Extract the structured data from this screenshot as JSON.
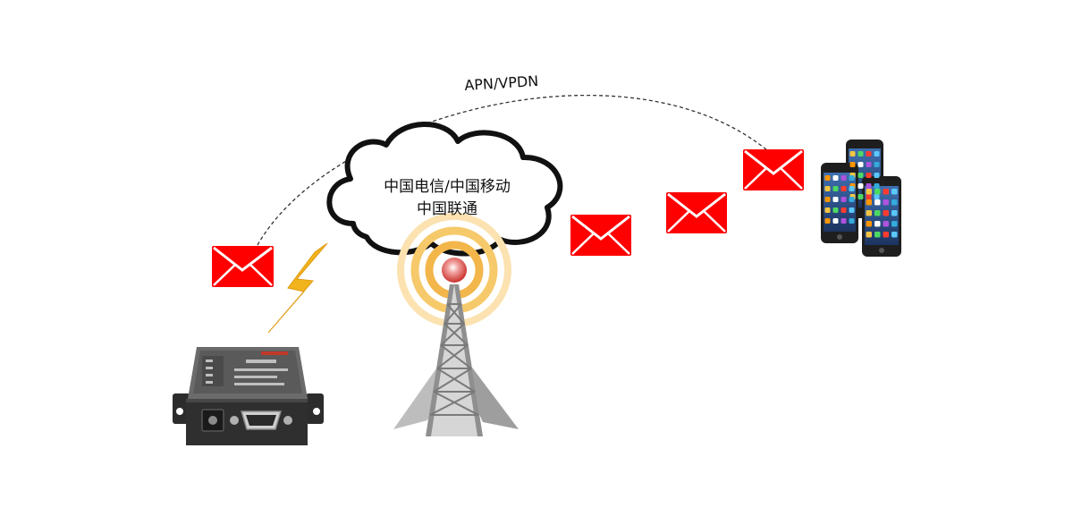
{
  "diagram": {
    "link_label": "APN/VPDN",
    "cloud_lines": [
      "中国电信/中国移动",
      "中国联通"
    ],
    "colors": {
      "envelope": "#ff0000",
      "envelope_line": "#ffffff",
      "lightning": "#f2b41c",
      "tower_steel": "#a6a6a6",
      "signal_ring": "#f6c96b",
      "beacon": "#d9534f",
      "device_body": "#3a3a3a",
      "phone_frame": "#1e1e1e"
    },
    "icons": [
      "dtu-device-icon",
      "lightning-icon",
      "cell-tower-icon",
      "cloud-icon",
      "envelope-icon",
      "smartphones-icon"
    ]
  }
}
